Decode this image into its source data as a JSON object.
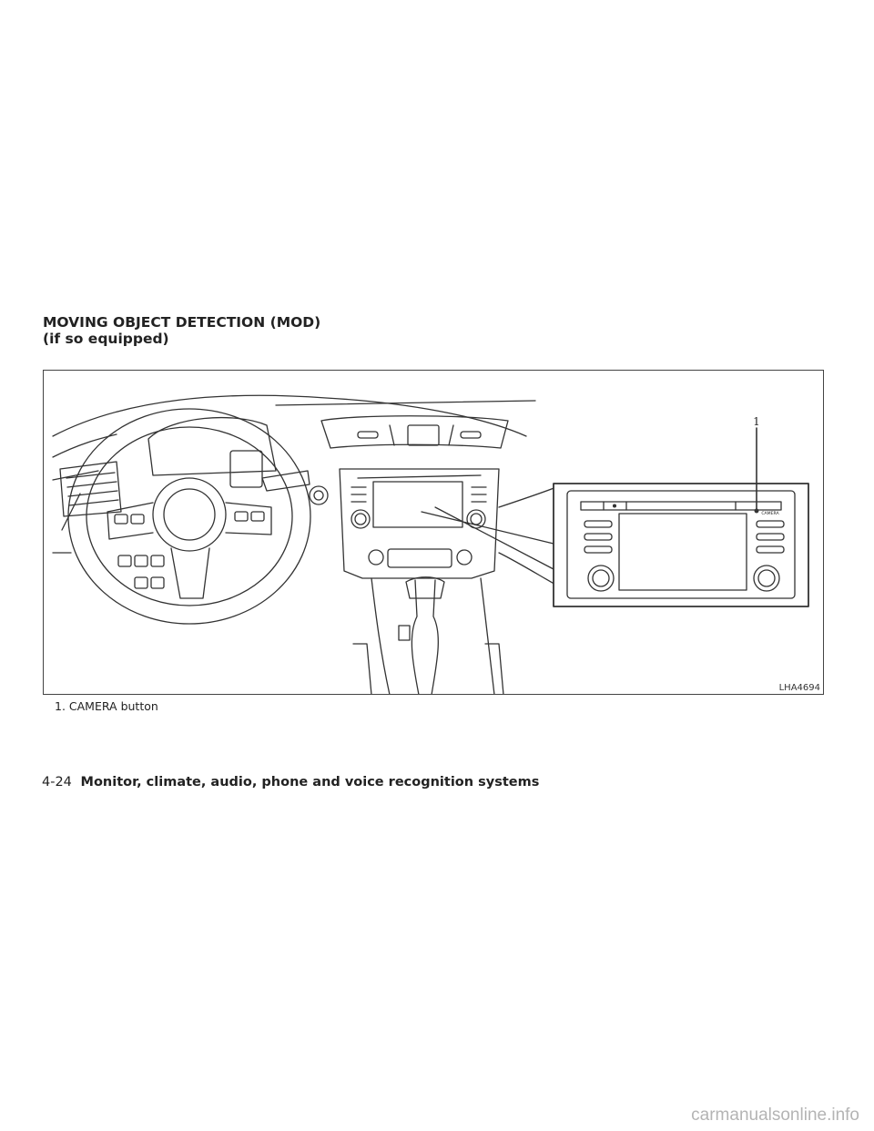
{
  "section_heading": {
    "line1": "MOVING OBJECT DETECTION (MOD)",
    "line2": "(if so equipped)"
  },
  "figure": {
    "callout_number": "1",
    "button_label": "CAMERA",
    "figure_code": "LHA4694",
    "icons": [
      "steering-wheel-icon",
      "center-console-icon",
      "audio-unit-detail-icon",
      "callout-arrow-icon"
    ]
  },
  "caption": {
    "item1": "1.  CAMERA button"
  },
  "footer": {
    "page_number": "4-24",
    "section_title": "Monitor, climate, audio, phone and voice recognition systems"
  },
  "watermark": "carmanualsonline.info",
  "colors": {
    "text": "#222222",
    "line_art": "#333333",
    "watermark": "#b4b4b4"
  }
}
